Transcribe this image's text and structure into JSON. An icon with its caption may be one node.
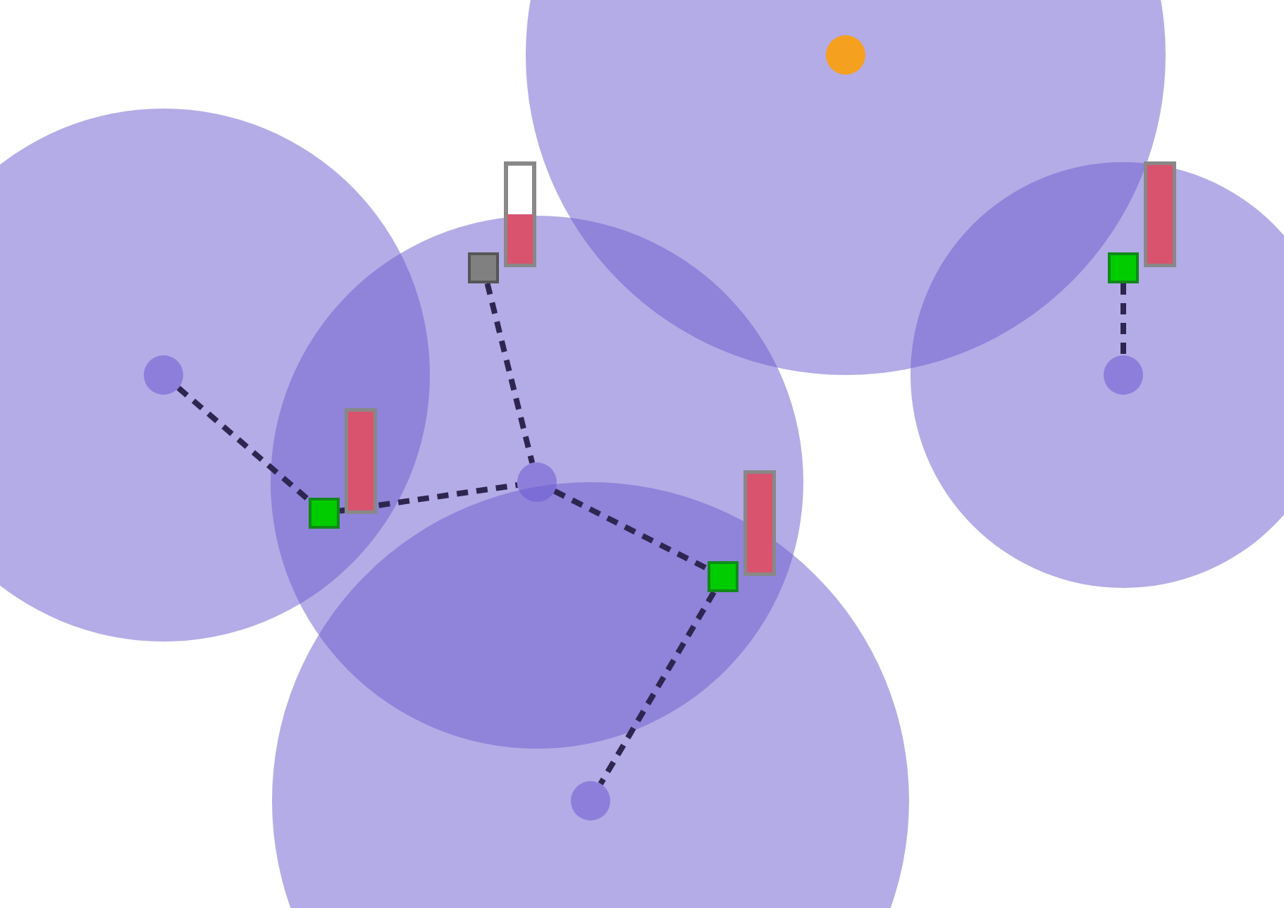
{
  "diagram": {
    "nodes": [
      {
        "text": [],
        "shape": "box"
      },
      {
        "text": [],
        "shape": "box"
      },
      {
        "text": [],
        "shape": "box"
      },
      {
        "text": [],
        "shape": "box"
      },
      {
        "text": [],
        "shape": "circle"
      },
      {
        "text": [],
        "shape": "circle"
      },
      {
        "text": [],
        "shape": "circle"
      },
      {
        "text": [],
        "shape": "circle"
      }
    ],
    "edges": [
      {
        "from": 4,
        "to": 1,
        "arrow": "none",
        "style": "dashed"
      },
      {
        "from": 1,
        "to": 5,
        "arrow": "none",
        "style": "dashed"
      },
      {
        "from": 0,
        "to": 5,
        "arrow": "none",
        "style": "dashed"
      },
      {
        "from": 5,
        "to": 2,
        "arrow": "none",
        "style": "dashed"
      },
      {
        "from": 2,
        "to": 6,
        "arrow": "none",
        "style": "dashed"
      },
      {
        "from": 3,
        "to": 7,
        "arrow": "none",
        "style": "dashed"
      }
    ]
  }
}
